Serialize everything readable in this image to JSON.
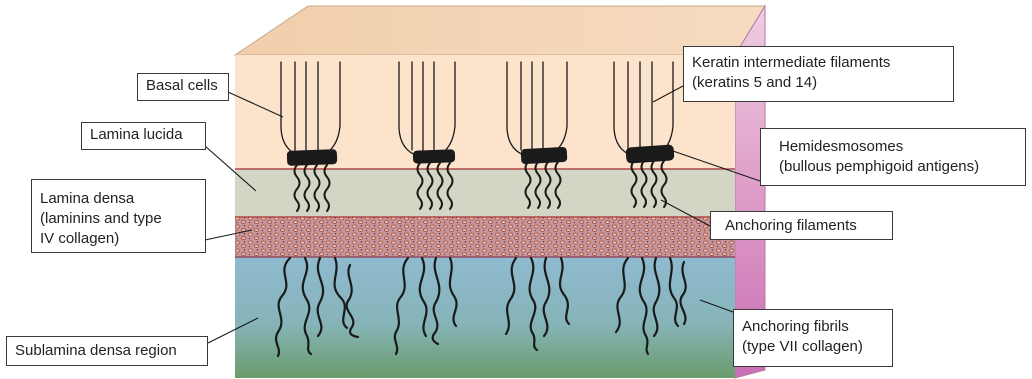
{
  "labels": {
    "basal_cells": "Basal cells",
    "lamina_lucida": "Lamina lucida",
    "lamina_densa": [
      "Lamina densa",
      "(laminins and type",
      "IV collagen)"
    ],
    "sublamina_densa": "Sublamina densa region",
    "keratin": [
      "Keratin intermediate filaments",
      "(keratins 5 and 14)"
    ],
    "hemidesmosomes": [
      "Hemidesmosomes",
      "(bullous pemphigoid antigens)"
    ],
    "anchoring_filaments": "Anchoring filaments",
    "anchoring_fibrils": [
      "Anchoring fibrils",
      "(type VII collagen)"
    ]
  },
  "colors": {
    "basal_layer": "#fbe3cc",
    "top_face": "#f3cfac",
    "lamina_lucida": "#d3d6c4",
    "lamina_densa": "#c7989e",
    "sublamina_top": "#8fbad0",
    "sublamina_bottom": "#6a9c6c",
    "right_face": "#d888c3",
    "hemidesmosome": "#1a1a1a"
  }
}
